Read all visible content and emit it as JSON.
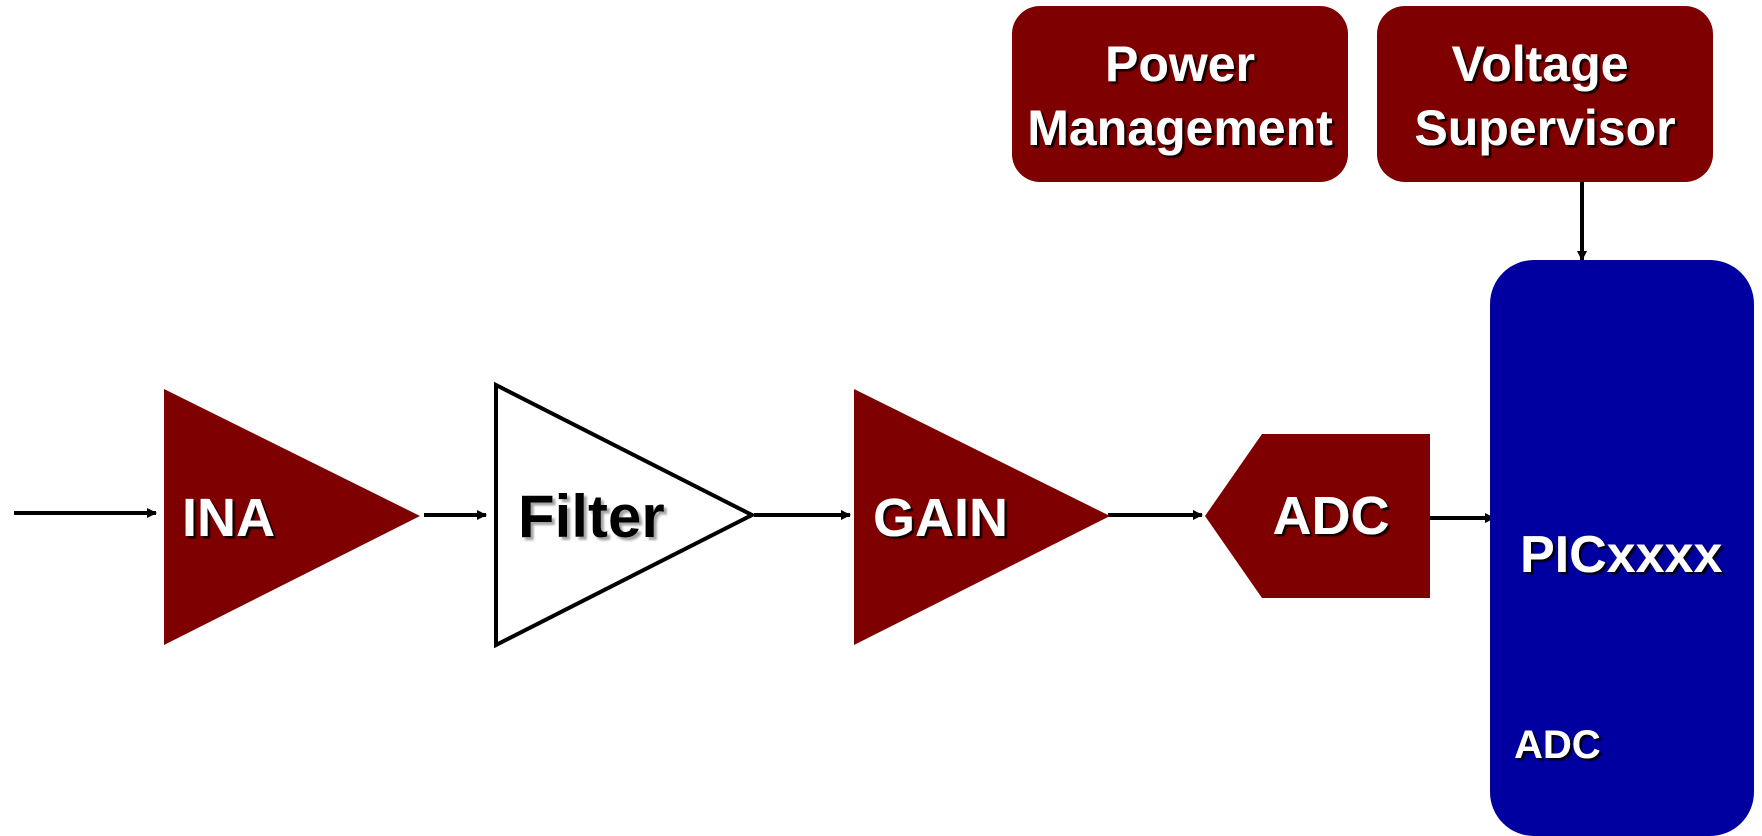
{
  "colors": {
    "block_fill": "#7f0000",
    "mcu_fill": "#0000a0",
    "line": "#000000",
    "label_light": "#ffffff",
    "label_dark": "#000000",
    "background": "#ffffff"
  },
  "blocks": {
    "ina": {
      "label": "INA"
    },
    "filter": {
      "label": "Filter"
    },
    "gain": {
      "label": "GAIN"
    },
    "adc": {
      "label": "ADC"
    },
    "power_management": {
      "line1": "Power",
      "line2": "Management"
    },
    "voltage_supervisor": {
      "line1": "Voltage",
      "line2": "Supervisor"
    },
    "mcu": {
      "label": "PICxxxx",
      "adc_label": "ADC"
    }
  }
}
